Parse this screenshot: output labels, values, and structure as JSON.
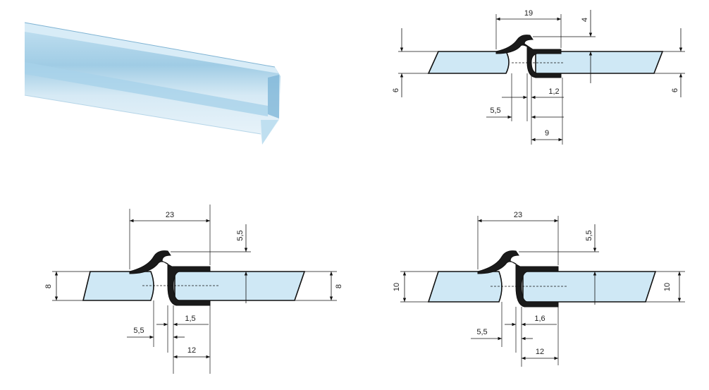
{
  "photo": {
    "name": "seal-profile-photo"
  },
  "top": {
    "width_label": "19",
    "height_label": "4",
    "glass_left_label": "6",
    "glass_right_label": "6",
    "lip_label": "1,2",
    "offset_label": "5,5",
    "base_label": "9"
  },
  "bottom_left": {
    "width_label": "23",
    "height_label": "5,5",
    "glass_left_label": "8",
    "glass_right_label": "8",
    "lip_label": "1,5",
    "offset_label": "5,5",
    "base_label": "12"
  },
  "bottom_right": {
    "width_label": "23",
    "height_label": "5,5",
    "glass_left_label": "10",
    "glass_right_label": "10",
    "lip_label": "1,6",
    "offset_label": "5,5",
    "base_label": "12"
  },
  "colors": {
    "glass": "#cfe8f5",
    "seal": "#1a1a1a",
    "photo_blue": "#9cc9e4"
  }
}
